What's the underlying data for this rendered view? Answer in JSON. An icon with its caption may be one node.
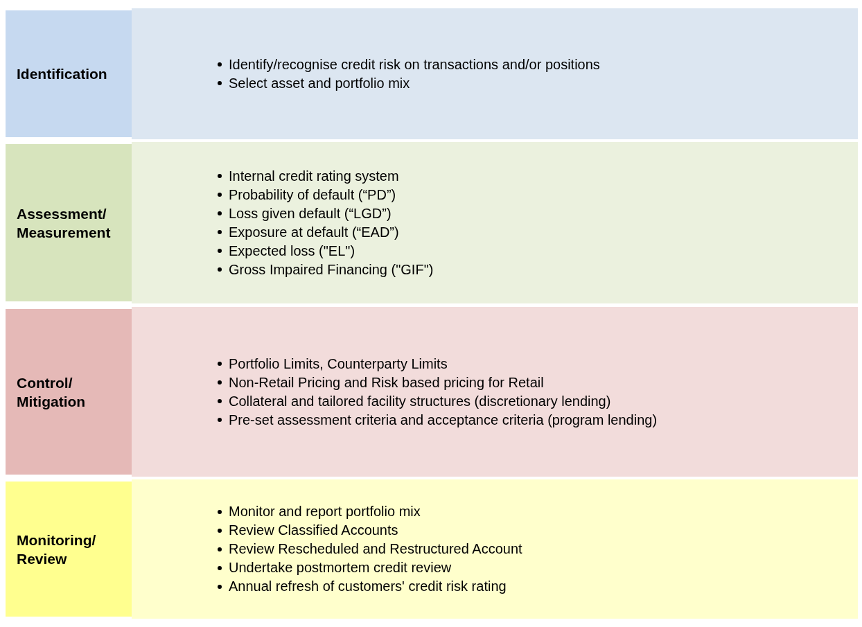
{
  "diagram": {
    "nodes": [
      {
        "text": [
          "Identification"
        ]
      },
      {
        "text": [
          "Identify/recognise credit risk on transactions and/or positions",
          "Select asset and portfolio mix"
        ]
      },
      {
        "text": [
          "Assessment/ Measurement"
        ]
      },
      {
        "text": [
          "Internal credit rating system",
          "Probability of default (“PD”)",
          "Loss given default (“LGD”)",
          "Exposure at default (“EAD”)",
          "Expected loss (\"EL\")",
          "Gross Impaired Financing (\"GIF\")"
        ]
      },
      {
        "text": [
          "Control/ Mitigation"
        ]
      },
      {
        "text": [
          "Portfolio Limits, Counterparty Limits",
          "Non-Retail Pricing and Risk based pricing for Retail",
          "Collateral and tailored facility structures (discretionary lending)",
          "Pre-set assessment criteria and acceptance criteria (program lending)"
        ]
      },
      {
        "text": [
          "Monitoring/ Review"
        ]
      },
      {
        "text": [
          "Monitor and report portfolio mix",
          "Review Classified Accounts",
          "Review Rescheduled and Restructured Account",
          "Undertake postmortem credit review",
          "Annual refresh of customers' credit risk rating"
        ]
      }
    ]
  }
}
